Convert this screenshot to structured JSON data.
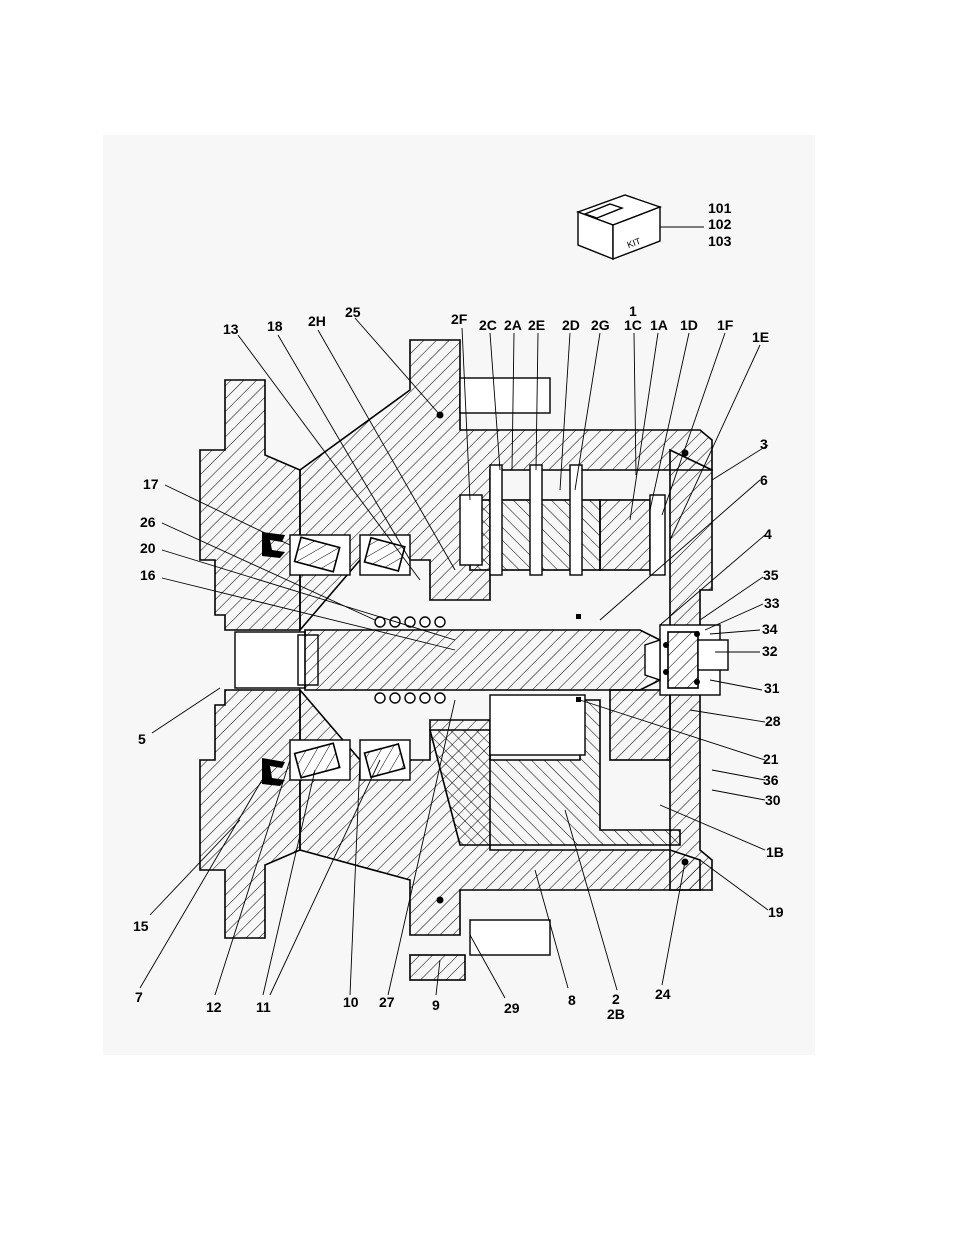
{
  "kit": {
    "icon": "box-kit-icon",
    "box_text": "KIT",
    "numbers": [
      "101",
      "102",
      "103"
    ]
  },
  "callouts": {
    "top": [
      "13",
      "18",
      "2H",
      "25",
      "2F",
      "2C",
      "2A",
      "2E",
      "2D",
      "2G",
      "1",
      "1C",
      "1A",
      "1D",
      "1F",
      "1E"
    ],
    "right": [
      "3",
      "6",
      "4",
      "35",
      "33",
      "34",
      "32",
      "31",
      "28",
      "21",
      "36",
      "30",
      "1B",
      "19"
    ],
    "left": [
      "17",
      "26",
      "20",
      "16",
      "5",
      "15"
    ],
    "bottom": [
      "7",
      "12",
      "11",
      "10",
      "27",
      "9",
      "29",
      "8",
      "2",
      "2B",
      "24"
    ]
  }
}
